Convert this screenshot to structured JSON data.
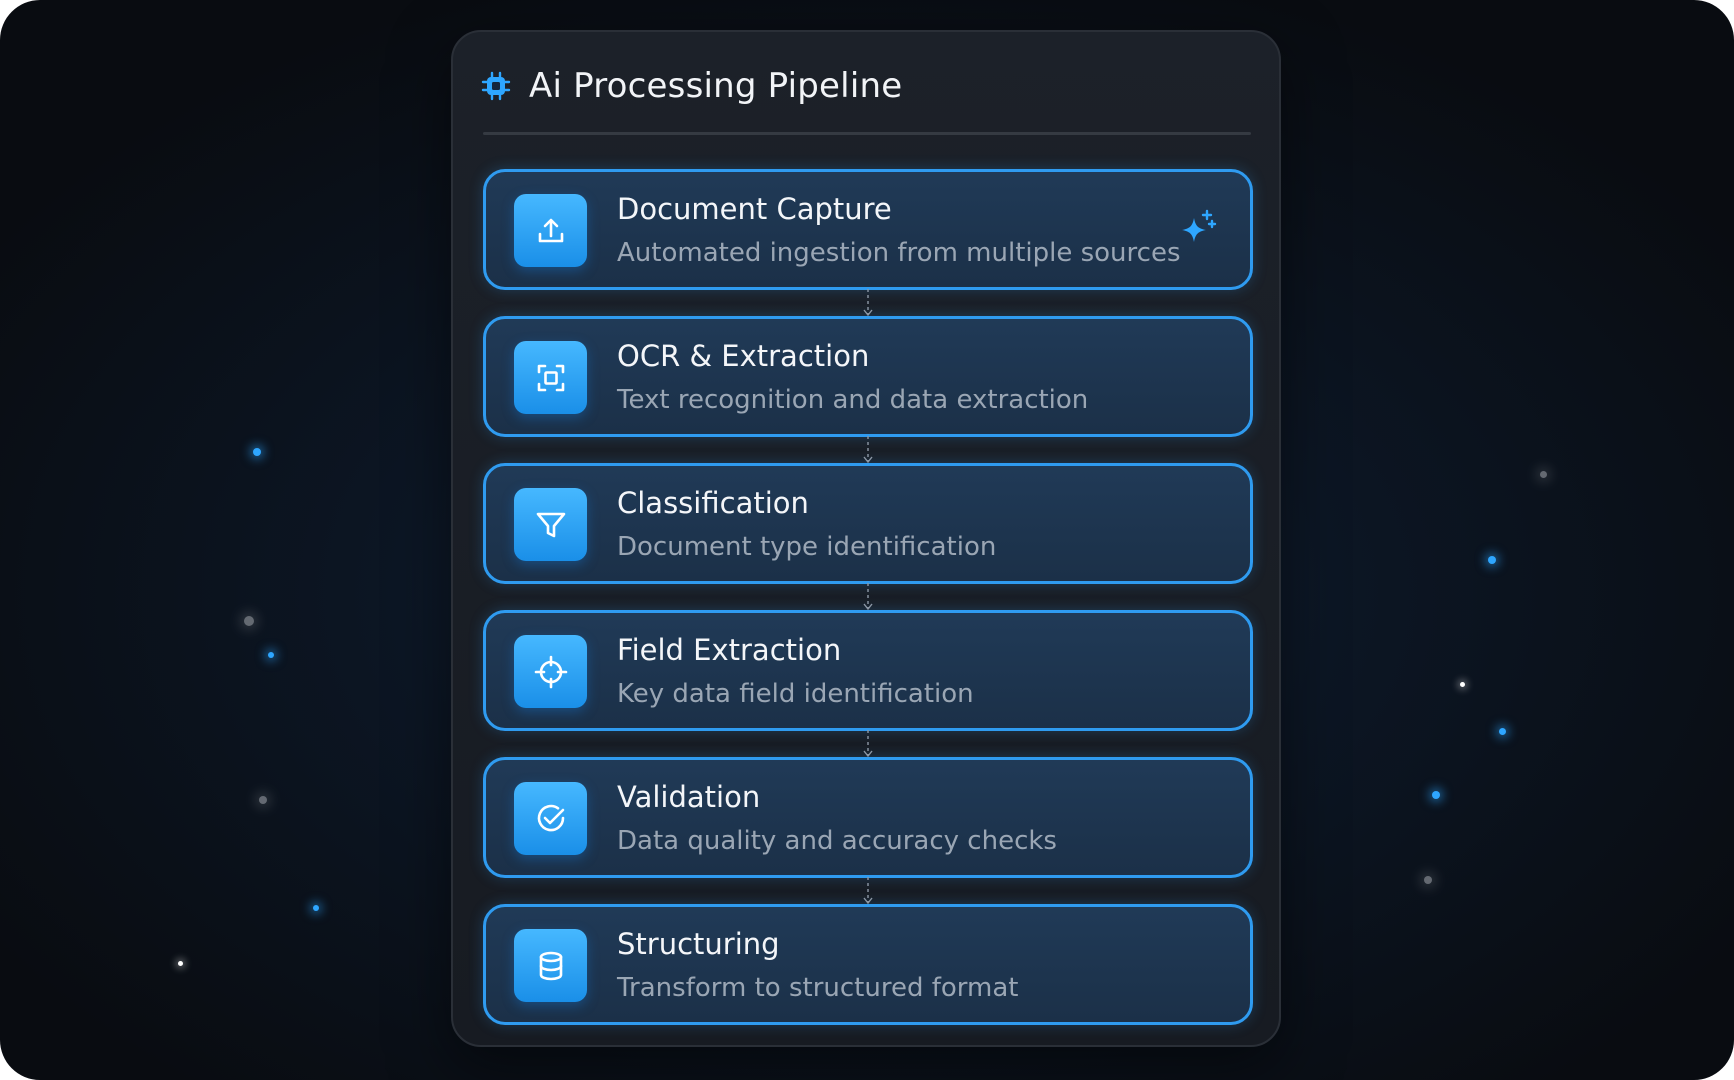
{
  "panel": {
    "title": "Ai Processing Pipeline",
    "title_icon": "chip-icon"
  },
  "steps": [
    {
      "title": "Document Capture",
      "description": "Automated ingestion from multiple sources",
      "icon": "upload-icon",
      "badge_icon": "sparkle-icon"
    },
    {
      "title": "OCR & Extraction",
      "description": "Text recognition and data extraction",
      "icon": "scan-icon"
    },
    {
      "title": "Classification",
      "description": "Document type identification",
      "icon": "filter-icon"
    },
    {
      "title": "Field Extraction",
      "description": "Key data field identification",
      "icon": "crosshair-icon"
    },
    {
      "title": "Validation",
      "description": "Data quality and accuracy checks",
      "icon": "check-circle-icon"
    },
    {
      "title": "Structuring",
      "description": "Transform to structured format",
      "icon": "database-icon"
    }
  ],
  "colors": {
    "accent": "#2f9bf0",
    "icon_tile": "#2ea6ff",
    "panel_bg": "#1a1e25",
    "card_bg": "#1e3550",
    "title_text": "#f4f6f9",
    "desc_text": "#9aa6b4"
  }
}
